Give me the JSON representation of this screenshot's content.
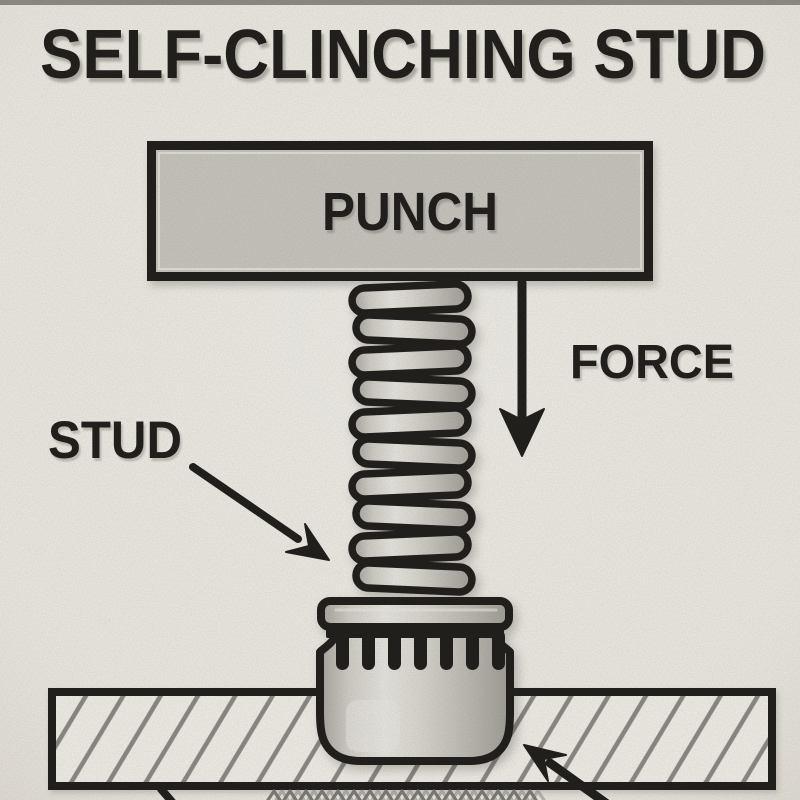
{
  "title": "SELF-CLINCHING STUD",
  "diagram": {
    "punch_label": "PUNCH",
    "force_label": "FORCE",
    "stud_label": "STUD"
  },
  "colors": {
    "background": "#f0ede6",
    "ink": "#1d1b18",
    "punch_fill": "#cac7c1",
    "metal_light": "#ebe9e3",
    "metal_dark": "#a29f99",
    "sheet_fill": "#f3f1ea",
    "hatch_line": "#8b8984",
    "top_strip": "#8e8c85"
  }
}
